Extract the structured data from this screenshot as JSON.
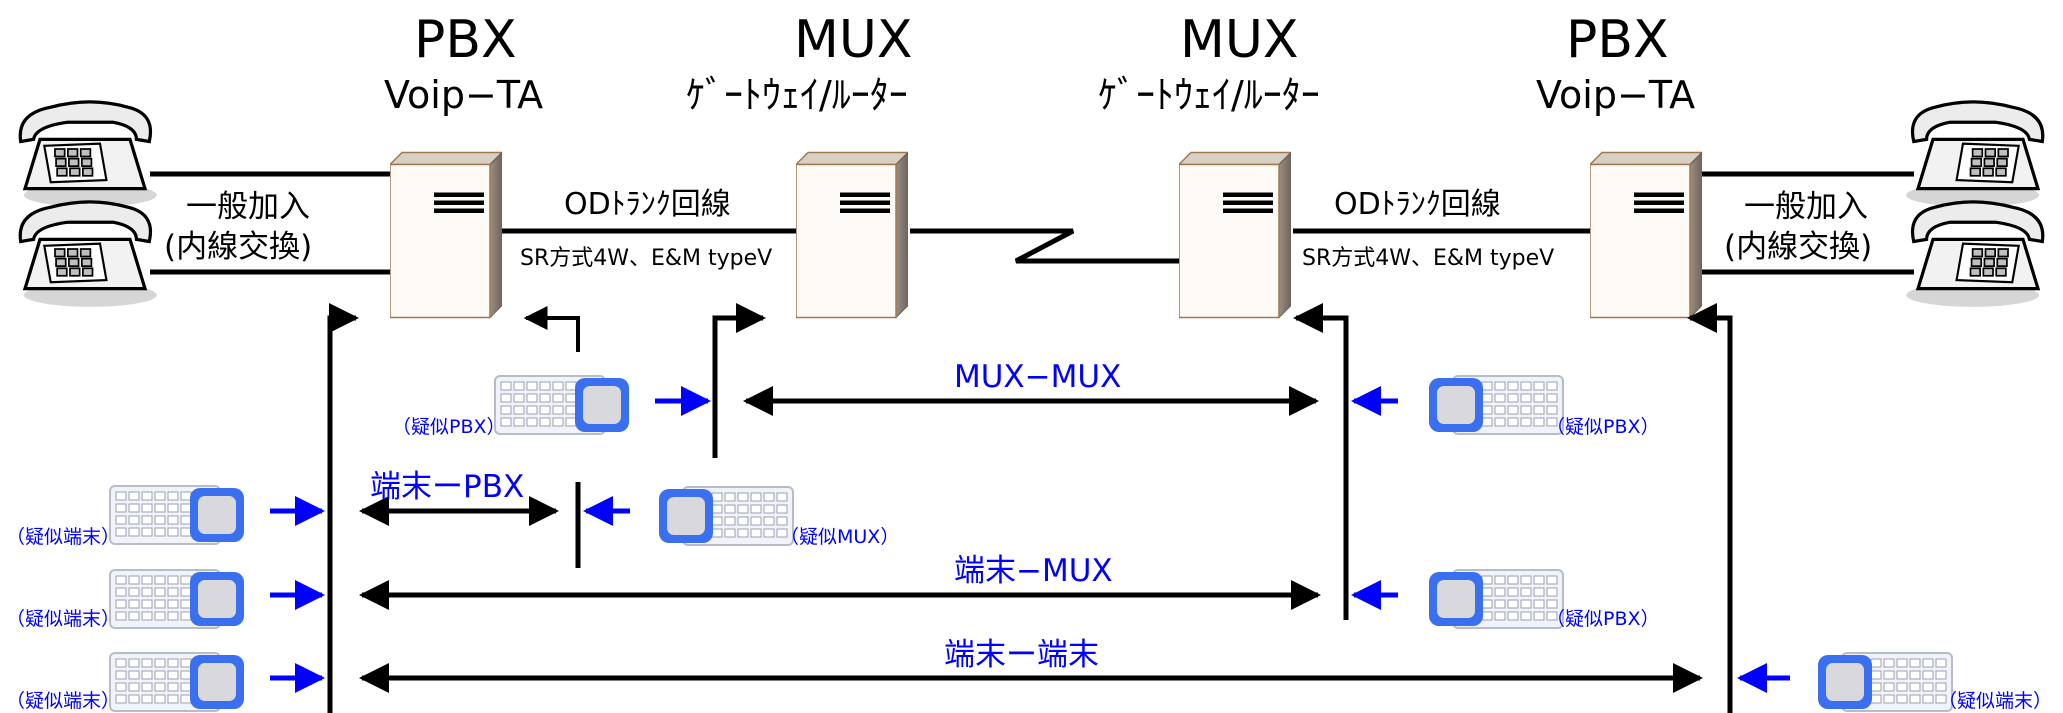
{
  "headers": {
    "pbx_left": {
      "title": "PBX",
      "subtitle": "Voip−TA"
    },
    "mux_left": {
      "title": "MUX",
      "subtitle": "ｹﾞｰﾄｳｪｲ/ﾙｰﾀｰ"
    },
    "mux_right": {
      "title": "MUX",
      "subtitle": "ｹﾞｰﾄｳｪｲ/ﾙｰﾀｰ"
    },
    "pbx_right": {
      "title": "PBX",
      "subtitle": "Voip−TA"
    }
  },
  "subscriber_left": {
    "line1": "一般加入",
    "line2": "(内線交換)"
  },
  "subscriber_right": {
    "line1": "一般加入",
    "line2": "(内線交換)"
  },
  "trunk_left": {
    "name": "ODﾄﾗﾝｸ回線",
    "spec": "SR方式4W、E&M typeⅤ"
  },
  "trunk_right": {
    "name": "ODﾄﾗﾝｸ回線",
    "spec": "SR方式4W、E&M typeⅤ"
  },
  "tests": {
    "mux_mux": "MUX−MUX",
    "term_pbx": "端末ーPBX",
    "term_mux": "端末−MUX",
    "term_term": "端末ー端末"
  },
  "testers": {
    "pseudo_pbx_upper_left": "（疑似PBX）",
    "pseudo_pbx_upper_right": "（疑似PBX）",
    "pseudo_mux": "（疑似MUX）",
    "pseudo_term_1": "（疑似端末）",
    "pseudo_term_2": "（疑似端末）",
    "pseudo_term_3": "（疑似端末）",
    "pseudo_pbx_lower_right": "（疑似PBX）",
    "pseudo_term_right": "（疑似端末）"
  },
  "colors": {
    "accent": "#0000ff",
    "line": "#000000",
    "box_border": "#a07850",
    "tester_blue": "#3a6ff0"
  }
}
